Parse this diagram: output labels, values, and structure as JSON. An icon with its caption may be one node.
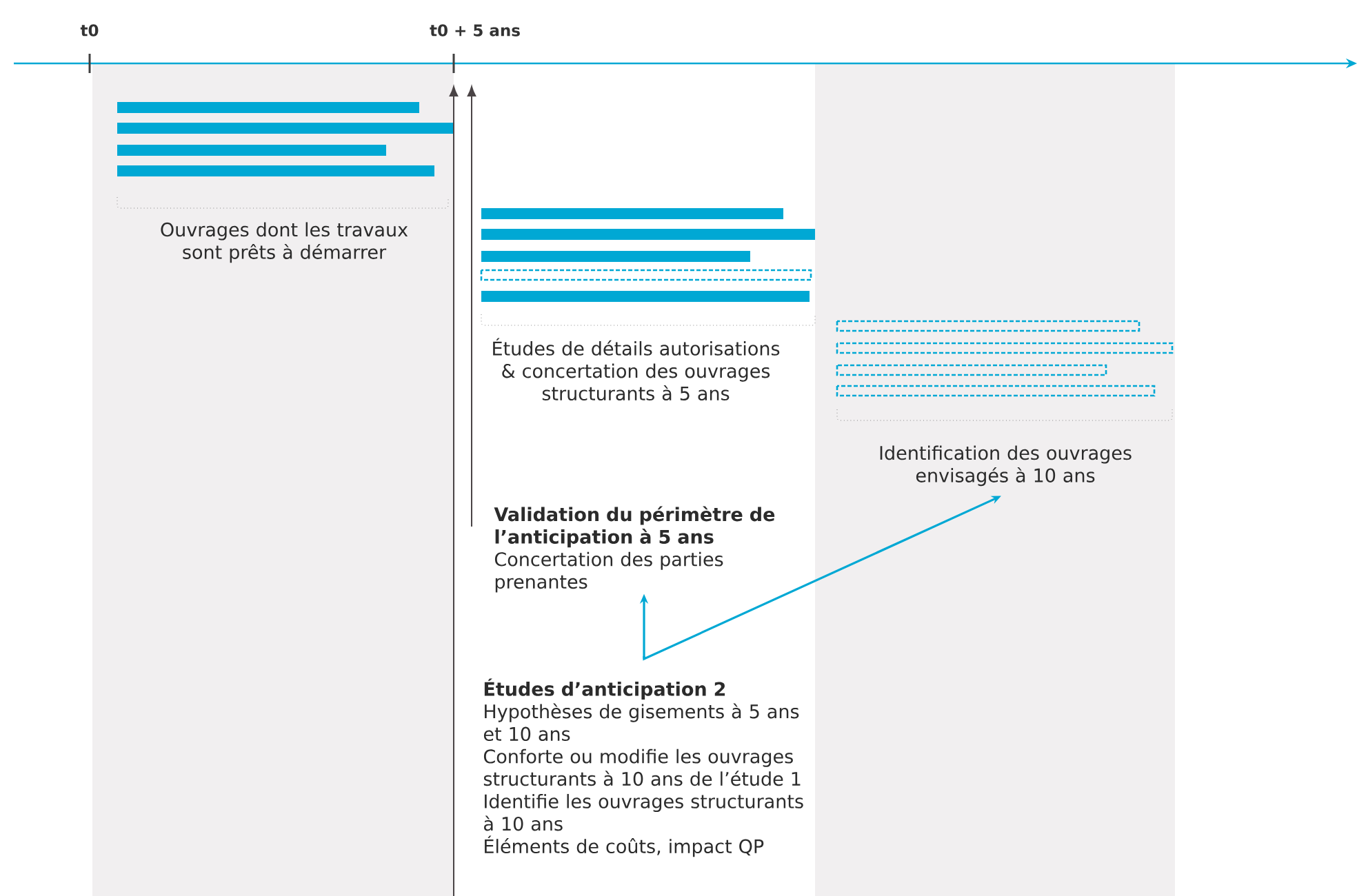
{
  "diagram": {
    "nodes": [
      {
        "text": [
          "Ouvrages dont les travaux sont prêts à démarrer"
        ]
      },
      {
        "text": [
          "Études de détails autorisations & concertation des ouvrages structurants à 5 ans"
        ]
      },
      {
        "text": [
          "Identification des ouvrages envisagés à 10 ans"
        ]
      },
      {
        "text": [
          "Validation du périmètre de l’anticipation à 5 ans",
          "Concertation des parties prenantes"
        ]
      },
      {
        "text": [
          "Études d’anticipation 2",
          "Hypothèses de gisements à 5 ans et 10 ans",
          "Conforte ou modifie les ouvrages structurants à 10 ans de l’étude 1",
          "Identifie les ouvrages structurants à 10 ans",
          "Éléments de coûts, impact QP"
        ]
      }
    ],
    "edges": [
      {
        "from": 4,
        "to": 3,
        "arrow": "to"
      },
      {
        "from": 4,
        "to": 2,
        "arrow": "to"
      },
      {
        "from": 4,
        "to": null,
        "arrow": "to",
        "color": "#4a4446"
      },
      {
        "from": 3,
        "to": null,
        "arrow": "to",
        "color": "#4a4446"
      }
    ],
    "labels": [
      "t0",
      "t0 + 5 ans"
    ]
  }
}
